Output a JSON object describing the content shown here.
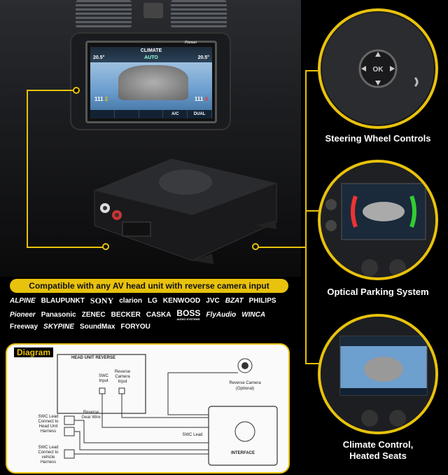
{
  "head_unit_screen": {
    "title": "CLIMATE",
    "temp_left": "20.5°",
    "temp_right": "20.5°",
    "mode": "AUTO",
    "fan_left": "111",
    "fan_left_num": "2",
    "fan_right": "111",
    "fan_right_num": "4",
    "buttons": [
      "",
      "",
      "",
      "A/C",
      "DUAL"
    ],
    "brand": "Pioneer"
  },
  "features": [
    {
      "label": "Steering Wheel Controls"
    },
    {
      "label": "Optical Parking System"
    },
    {
      "label": "Climate Control,",
      "label2": "Heated Seats"
    }
  ],
  "compat": {
    "title": "Compatible with any AV head unit with reverse camera input",
    "brands": [
      "ALPINE",
      "BLAUPUNKT",
      "SONY",
      "clarion",
      "LG",
      "KENWOOD",
      "JVC",
      "BZAT",
      "PHILIPS",
      "Pioneer",
      "Panasonic",
      "ZENEC",
      "BECKER",
      "CASKA",
      "BOSS",
      "FlyAudio",
      "WINCA",
      "Freeway",
      "SKYPINE",
      "SoundMax",
      "FORYOU"
    ],
    "boss_sub": "AUDIO SYSTEMS"
  },
  "diagram": {
    "title": "Diagram",
    "head_unit": "HEAD UNIT REVERSE",
    "swc_input": "SWC Input",
    "reverse_camera_input": "Reverse Camera Input",
    "reverse_camera": "Reverse Camera",
    "optional": "(Optional)",
    "reverse_gear_wire": "Reverse Gear Wire",
    "swc_lead_head": "SWC Lead Connect to Head Unit Harness",
    "swc_lead_vehicle": "SWC Lead Connect to vehicle Harness",
    "swc_lead": "SWC Lead",
    "interface": "INTERFACE"
  },
  "colors": {
    "accent": "#e8c20c",
    "background": "#000000"
  }
}
